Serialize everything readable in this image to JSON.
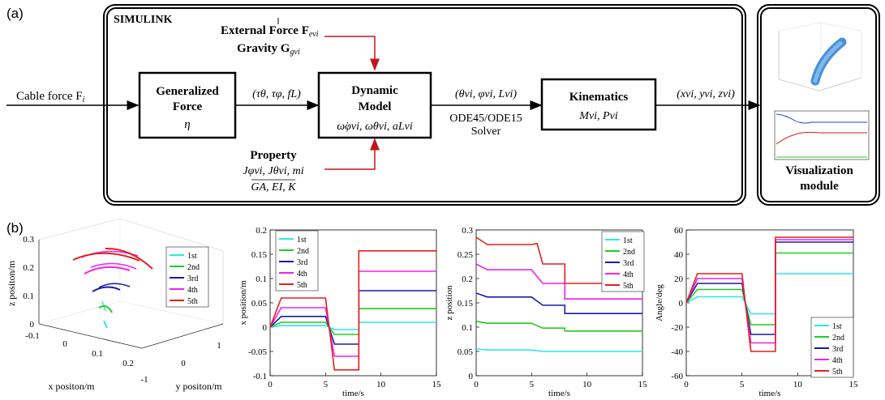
{
  "panel_a": {
    "label": "(a)",
    "simulink_label": "SIMULINK",
    "input_label": "Cable force F",
    "input_sub": "i",
    "block1": {
      "title1": "Generalized",
      "title2": "Force",
      "symbol": "η"
    },
    "arrow1_label": "(τθ, τφ, fL)",
    "ext_force": "External Force F",
    "ext_force_sub": "evi",
    "gravity": "Gravity  G",
    "gravity_sub": "gvi",
    "block2": {
      "title1": "Dynamic",
      "title2": "Model",
      "vars": "ω̇φvi, ω̇θvi, aLvi"
    },
    "property": {
      "title": "Property",
      "line1": "Jφvi, Jθvi, mi",
      "line2": "GA, EI, K"
    },
    "arrow2_label": "(θvi, φvi, Lvi)",
    "solver_line1": "ODE45/ODE15",
    "solver_line2": "Solver",
    "block3": {
      "title": "Kinematics",
      "vars": "Mvi, Pvi"
    },
    "output_label": "(xvi, yvi, zvi)",
    "vis_title1": "Visualization",
    "vis_title2": "module"
  },
  "panel_b": {
    "label": "(b)",
    "legend_labels": [
      "1st",
      "2nd",
      "3rd",
      "4th",
      "5th"
    ],
    "series_colors": [
      "#2ee6e6",
      "#22cc22",
      "#1a1aa8",
      "#ee22ee",
      "#e61e1e"
    ]
  },
  "chart_data": [
    {
      "type": "line3d",
      "xlabel": "x positon/m",
      "ylabel": "y positon/m",
      "zlabel": "z positon/m",
      "x_ticks": [
        "-0.1",
        "0",
        "0.1",
        "0.2"
      ],
      "y_ticks": [
        "-1",
        "0",
        "1"
      ],
      "z_ticks": [
        "0",
        "0.1",
        "0.2",
        "0.3"
      ],
      "legend": [
        "1st",
        "2nd",
        "3rd",
        "4th",
        "5th"
      ]
    },
    {
      "type": "line",
      "xlabel": "time/s",
      "ylabel": "x position/m",
      "xlim": [
        0,
        15
      ],
      "ylim": [
        -0.1,
        0.2
      ],
      "x_ticks": [
        "0",
        "5",
        "10",
        "15"
      ],
      "y_ticks": [
        "-0.1",
        "-0.05",
        "0",
        "0.05",
        "0.1",
        "0.15",
        "0.2"
      ],
      "series": [
        {
          "name": "1st",
          "x": [
            0,
            1,
            5,
            5.8,
            8,
            8,
            15
          ],
          "y": [
            0,
            0.003,
            0.003,
            -0.005,
            -0.005,
            0.01,
            0.01
          ]
        },
        {
          "name": "2nd",
          "x": [
            0,
            1,
            5,
            5.8,
            8,
            8,
            15
          ],
          "y": [
            0,
            0.01,
            0.01,
            -0.015,
            -0.015,
            0.038,
            0.038
          ]
        },
        {
          "name": "3rd",
          "x": [
            0,
            1,
            5,
            5.8,
            8,
            8,
            15
          ],
          "y": [
            0,
            0.022,
            0.022,
            -0.035,
            -0.035,
            0.075,
            0.075
          ]
        },
        {
          "name": "4th",
          "x": [
            0,
            1,
            5,
            5.8,
            8,
            8,
            15
          ],
          "y": [
            0,
            0.04,
            0.04,
            -0.06,
            -0.06,
            0.115,
            0.115
          ]
        },
        {
          "name": "5th",
          "x": [
            0,
            1,
            5,
            5.8,
            8,
            8,
            15
          ],
          "y": [
            0,
            0.06,
            0.06,
            -0.088,
            -0.088,
            0.157,
            0.157
          ]
        }
      ]
    },
    {
      "type": "line",
      "xlabel": "time/s",
      "ylabel": "z position",
      "xlim": [
        0,
        15
      ],
      "ylim": [
        0,
        0.3
      ],
      "x_ticks": [
        "0",
        "5",
        "10",
        "15"
      ],
      "y_ticks": [
        "0",
        "0.05",
        "0.1",
        "0.15",
        "0.2",
        "0.25",
        "0.3"
      ],
      "series": [
        {
          "name": "1st",
          "x": [
            0,
            1,
            5,
            6,
            8,
            8,
            15
          ],
          "y": [
            0.055,
            0.053,
            0.053,
            0.05,
            0.05,
            0.05,
            0.05
          ]
        },
        {
          "name": "2nd",
          "x": [
            0,
            1,
            5,
            6,
            8,
            8,
            15
          ],
          "y": [
            0.112,
            0.108,
            0.108,
            0.098,
            0.098,
            0.092,
            0.092
          ]
        },
        {
          "name": "3rd",
          "x": [
            0,
            1,
            5,
            6,
            8,
            8,
            15
          ],
          "y": [
            0.17,
            0.162,
            0.162,
            0.145,
            0.145,
            0.128,
            0.128
          ]
        },
        {
          "name": "4th",
          "x": [
            0,
            1,
            5,
            6,
            8,
            8,
            15
          ],
          "y": [
            0.23,
            0.218,
            0.218,
            0.19,
            0.19,
            0.158,
            0.158
          ]
        },
        {
          "name": "5th",
          "x": [
            0,
            1,
            5,
            5.5,
            6,
            8,
            8,
            15
          ],
          "y": [
            0.285,
            0.27,
            0.27,
            0.272,
            0.23,
            0.23,
            0.19,
            0.19
          ]
        }
      ]
    },
    {
      "type": "line",
      "xlabel": "time/s",
      "ylabel": "Angle/deg",
      "xlim": [
        0,
        15
      ],
      "ylim": [
        -60,
        60
      ],
      "x_ticks": [
        "0",
        "5",
        "10",
        "15"
      ],
      "y_ticks": [
        "-60",
        "-40",
        "-20",
        "0",
        "20",
        "40",
        "60"
      ],
      "series": [
        {
          "name": "1st",
          "x": [
            0,
            1,
            5,
            5.8,
            8,
            8,
            15
          ],
          "y": [
            0,
            5,
            5,
            -9,
            -9,
            24,
            24
          ]
        },
        {
          "name": "2nd",
          "x": [
            0,
            1,
            5,
            5.8,
            8,
            8,
            15
          ],
          "y": [
            0,
            11,
            11,
            -18,
            -18,
            41,
            41
          ]
        },
        {
          "name": "3rd",
          "x": [
            0,
            1,
            5,
            5.8,
            8,
            8,
            15
          ],
          "y": [
            0,
            16,
            16,
            -26,
            -26,
            50,
            50
          ]
        },
        {
          "name": "4th",
          "x": [
            0,
            1,
            5,
            5.8,
            8,
            8,
            15
          ],
          "y": [
            0,
            20,
            20,
            -33,
            -33,
            52,
            52
          ]
        },
        {
          "name": "5th",
          "x": [
            0,
            1,
            5,
            5.8,
            8,
            8,
            15
          ],
          "y": [
            0,
            24,
            24,
            -40,
            -40,
            54,
            54
          ]
        }
      ]
    }
  ]
}
